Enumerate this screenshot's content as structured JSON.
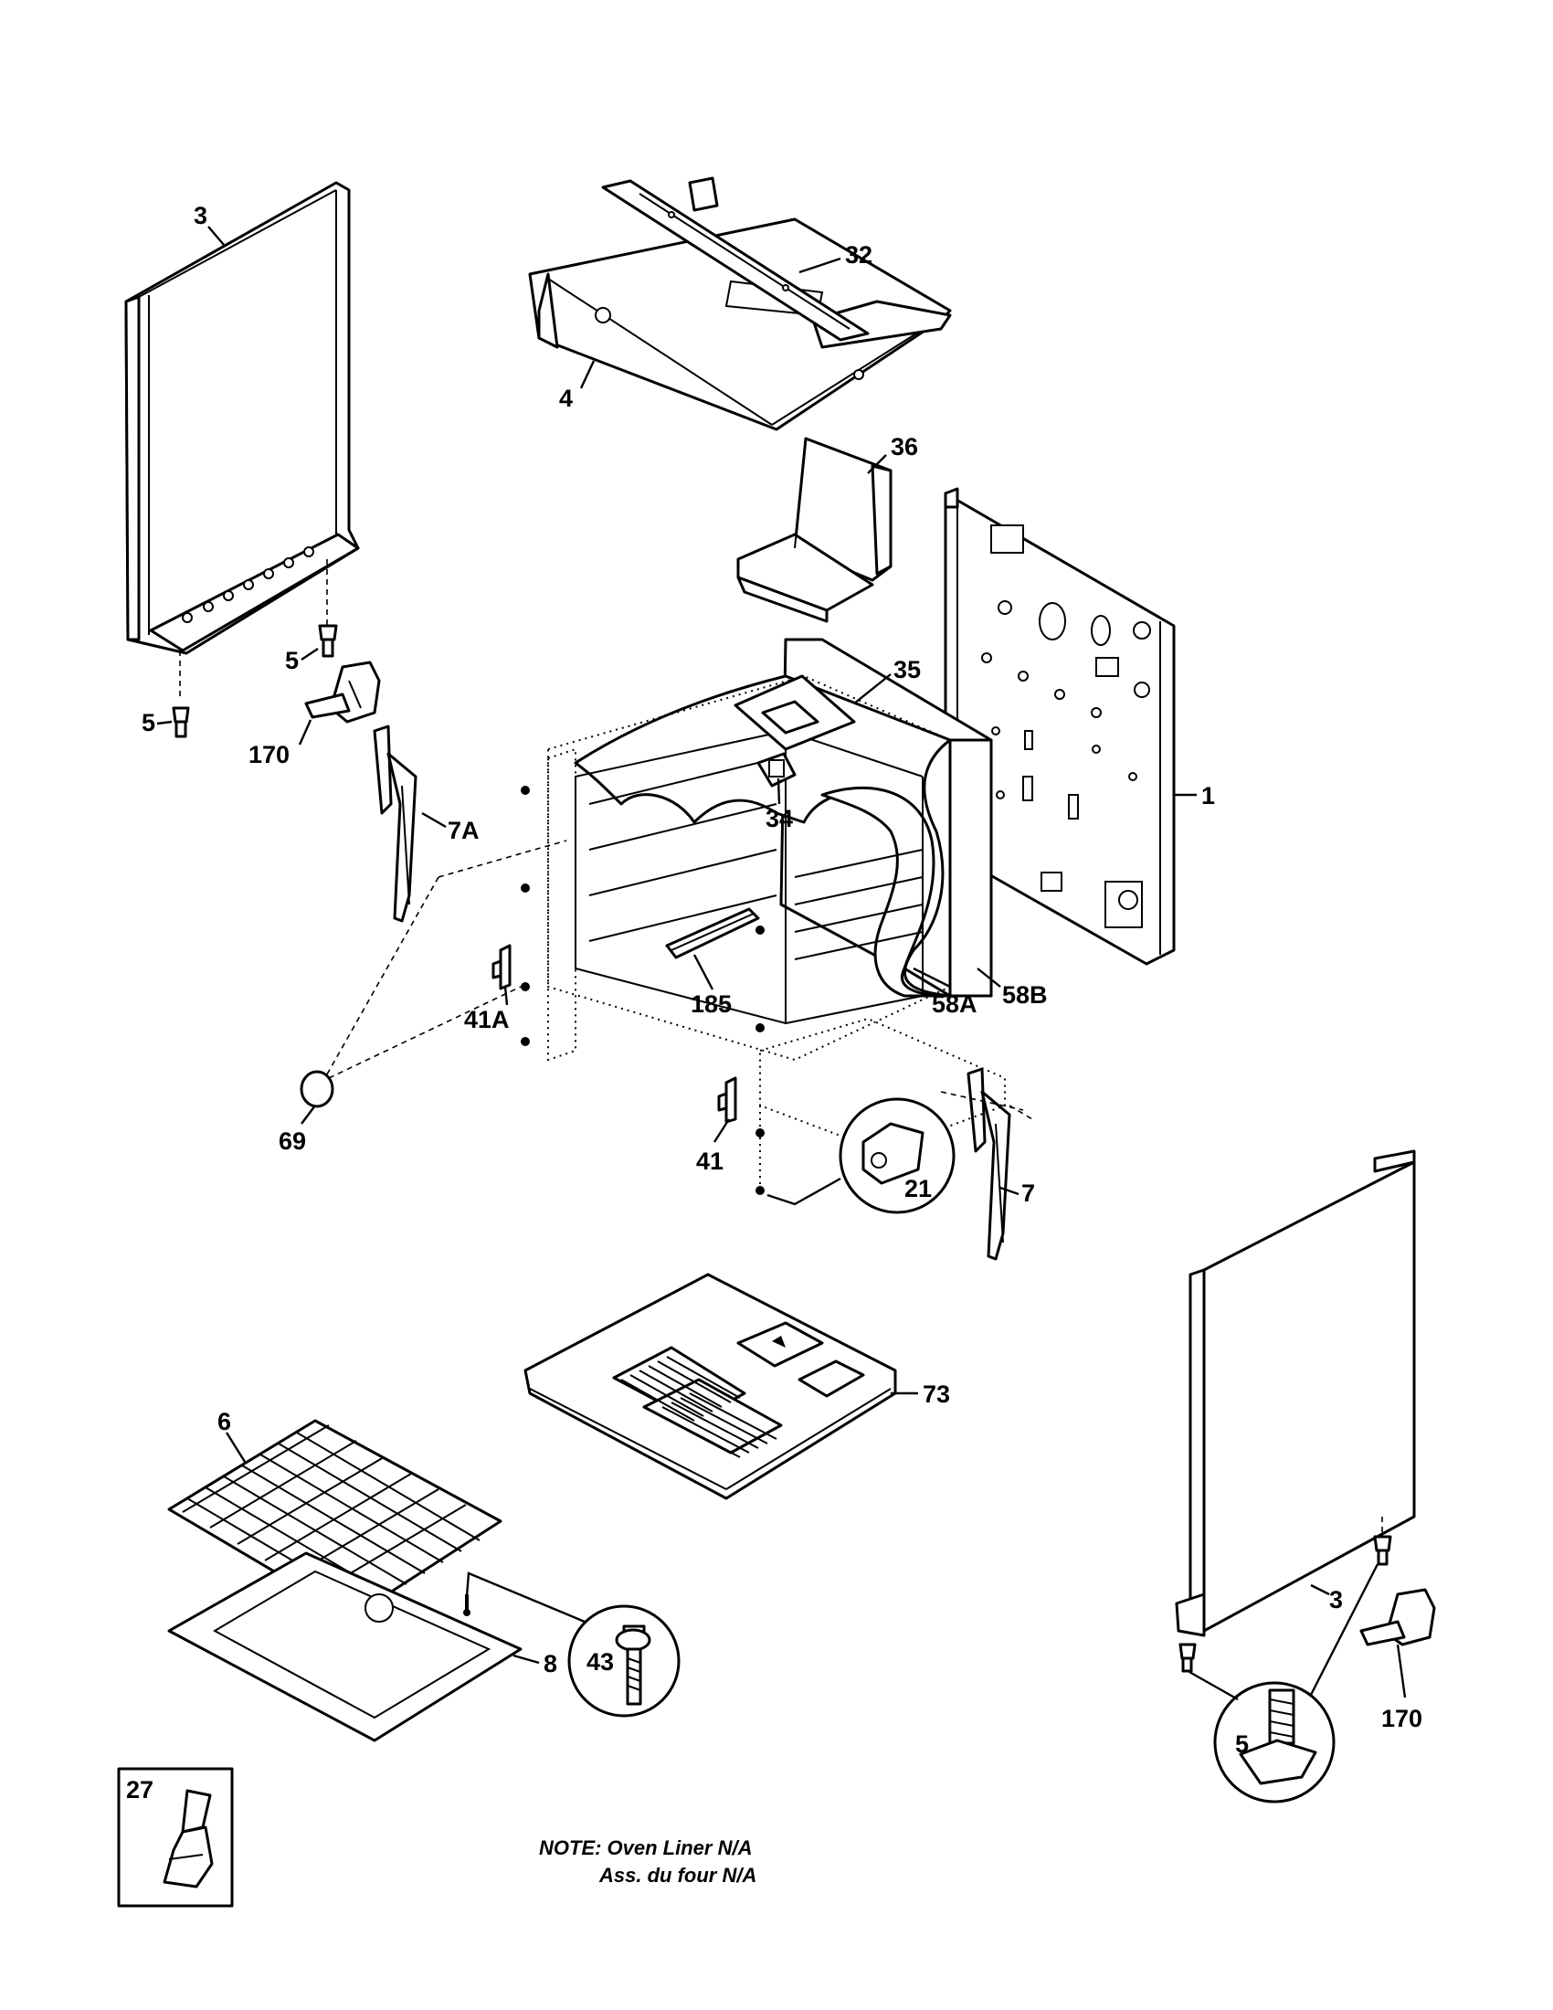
{
  "labels": {
    "p3a": "3",
    "p32": "32",
    "p4": "4",
    "p36": "36",
    "p1": "1",
    "p5a": "5",
    "p5b": "5",
    "p170a": "170",
    "p7a": "7A",
    "p35": "35",
    "p34": "34",
    "p185": "185",
    "p41a": "41A",
    "p58a": "58A",
    "p58b": "58B",
    "p69": "69",
    "p41": "41",
    "p21": "21",
    "p7": "7",
    "p73": "73",
    "p6": "6",
    "p8": "8",
    "p43": "43",
    "p3b": "3",
    "p170b": "170",
    "p5c": "5",
    "p27": "27"
  },
  "note": {
    "line1": "NOTE: Oven Liner N/A",
    "line2": "Ass. du four N/A"
  }
}
